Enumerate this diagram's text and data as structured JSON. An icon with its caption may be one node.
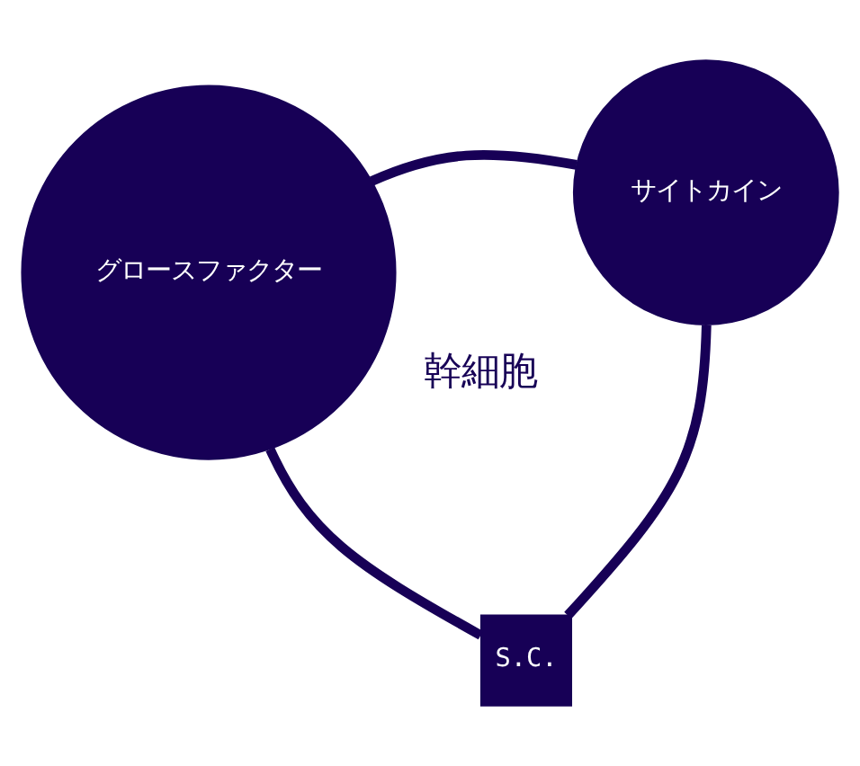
{
  "diagram": {
    "nodes": [
      {
        "text": [
          "グロースファクター"
        ]
      },
      {
        "text": [
          "サイトカイン"
        ]
      },
      {
        "text": [
          "S.C."
        ]
      }
    ],
    "edges": [
      {
        "from": 1,
        "to": 0,
        "arrow": "none"
      },
      {
        "from": 0,
        "to": 2,
        "arrow": "none"
      },
      {
        "from": 2,
        "to": 1,
        "arrow": "none"
      }
    ],
    "labels": [
      "幹細胞"
    ]
  }
}
